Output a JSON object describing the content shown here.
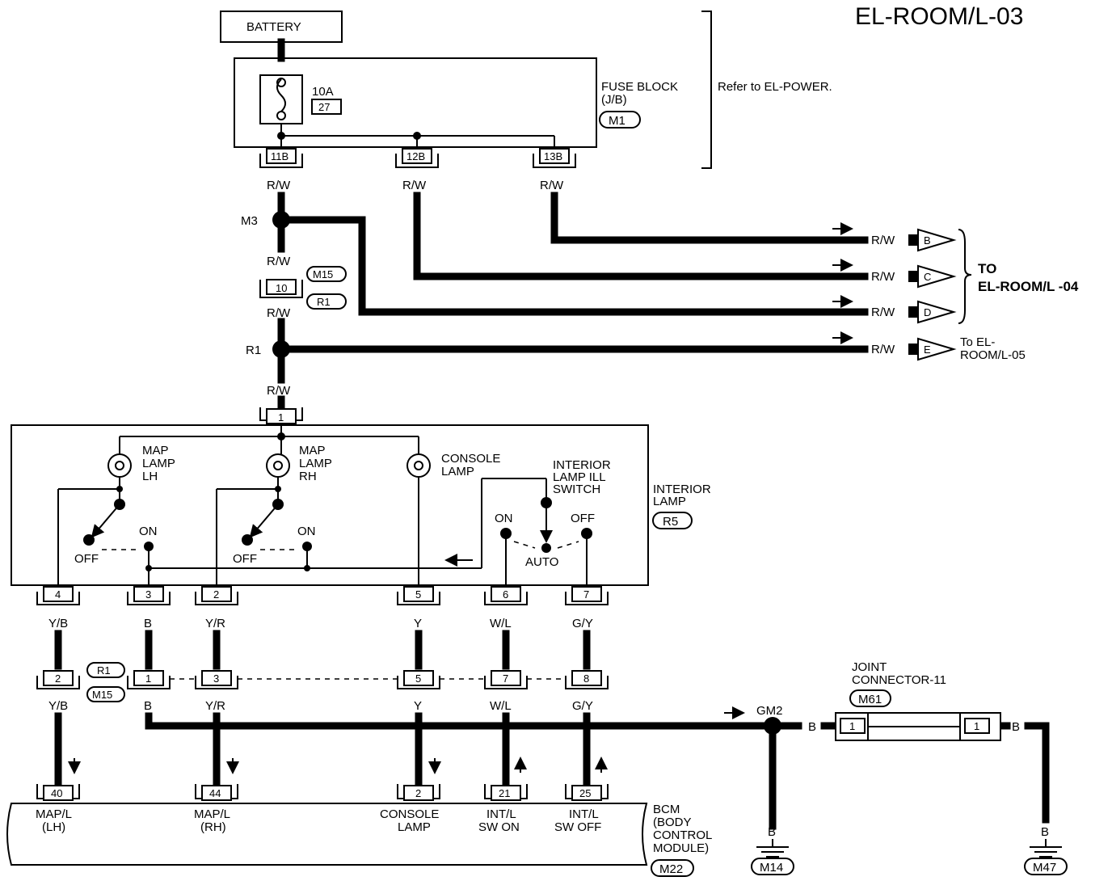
{
  "title": "EL-ROOM/L-03",
  "battery": "BATTERY",
  "fuse": {
    "rating": "10A",
    "number": "27"
  },
  "fuse_block": {
    "line1": "FUSE BLOCK",
    "line2": "(J/B)",
    "conn": "M1",
    "refer": "Refer to EL-POWER."
  },
  "fuse_terminals": [
    "11B",
    "12B",
    "13B"
  ],
  "wire_colors": {
    "rw": "R/W",
    "yb": "Y/B",
    "b": "B",
    "yr": "Y/R",
    "y": "Y",
    "wl": "W/L",
    "gy": "G/Y"
  },
  "splices": {
    "m3": "M3",
    "r1": "R1",
    "gm2": "GM2"
  },
  "connectors": {
    "m15": "M15",
    "r1": "R1",
    "r5": "R5",
    "m22": "M22",
    "m14": "M14",
    "m47": "M47",
    "m61": "M61"
  },
  "pin_10": "10",
  "outputs": {
    "b": "B",
    "c": "C",
    "d": "D",
    "e": "E",
    "to_line1": "TO",
    "to_line2": "EL-ROOM/L -04",
    "e_line1": "To EL-",
    "e_line2": "ROOM/L-05"
  },
  "interior_lamp": {
    "line1": "INTERIOR",
    "line2": "LAMP",
    "conn": "R5",
    "pin_top": "1",
    "map_lh": [
      "MAP",
      "LAMP",
      "LH"
    ],
    "map_rh": [
      "MAP",
      "LAMP",
      "RH"
    ],
    "console": [
      "CONSOLE",
      "LAMP"
    ],
    "switch": [
      "INTERIOR",
      "LAMP ILL",
      "SWITCH"
    ],
    "off": "OFF",
    "on": "ON",
    "auto": "AUTO",
    "pins": [
      "4",
      "3",
      "2",
      "5",
      "6",
      "7"
    ]
  },
  "mid_pins": [
    "2",
    "1",
    "3",
    "5",
    "7",
    "8"
  ],
  "joint": {
    "line1": "JOINT",
    "line2": "CONNECTOR-11",
    "conn": "M61",
    "pin": "1"
  },
  "bcm": {
    "pins": [
      "40",
      "44",
      "2",
      "21",
      "25"
    ],
    "labels": [
      [
        "MAP/L",
        "(LH)"
      ],
      [
        "MAP/L",
        "(RH)"
      ],
      [
        "CONSOLE",
        "LAMP"
      ],
      [
        "INT/L",
        "SW ON"
      ],
      [
        "INT/L",
        "SW OFF"
      ]
    ],
    "name": [
      "BCM",
      "(BODY",
      "CONTROL",
      "MODULE)"
    ],
    "conn": "M22"
  }
}
